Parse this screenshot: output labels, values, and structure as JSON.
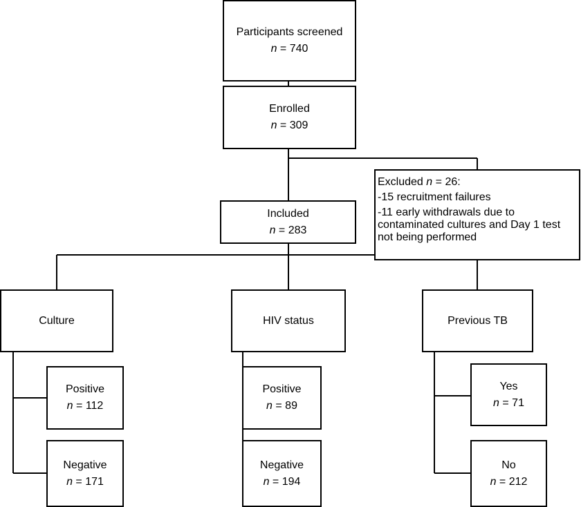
{
  "screened": {
    "label": "Participants screened",
    "n": "740"
  },
  "enrolled": {
    "label": "Enrolled",
    "n": "309"
  },
  "included": {
    "label": "Included",
    "n": "283"
  },
  "excluded": {
    "head": "Excluded",
    "n": "26:",
    "lines": [
      "-15 recruitment failures",
      "-11 early withdrawals due to",
      "contaminated cultures and Day 1 test",
      "not being performed"
    ]
  },
  "culture": {
    "label": "Culture",
    "positive": {
      "label": "Positive",
      "n": "112"
    },
    "negative": {
      "label": "Negative",
      "n": "171"
    }
  },
  "hiv": {
    "label": "HIV status",
    "positive": {
      "label": "Positive",
      "n": "89"
    },
    "negative": {
      "label": "Negative",
      "n": "194"
    }
  },
  "previous_tb": {
    "label": "Previous TB",
    "yes": {
      "label": "Yes",
      "n": "71"
    },
    "no": {
      "label": "No",
      "n": "212"
    }
  },
  "n_symbol": "n",
  "eq": "="
}
